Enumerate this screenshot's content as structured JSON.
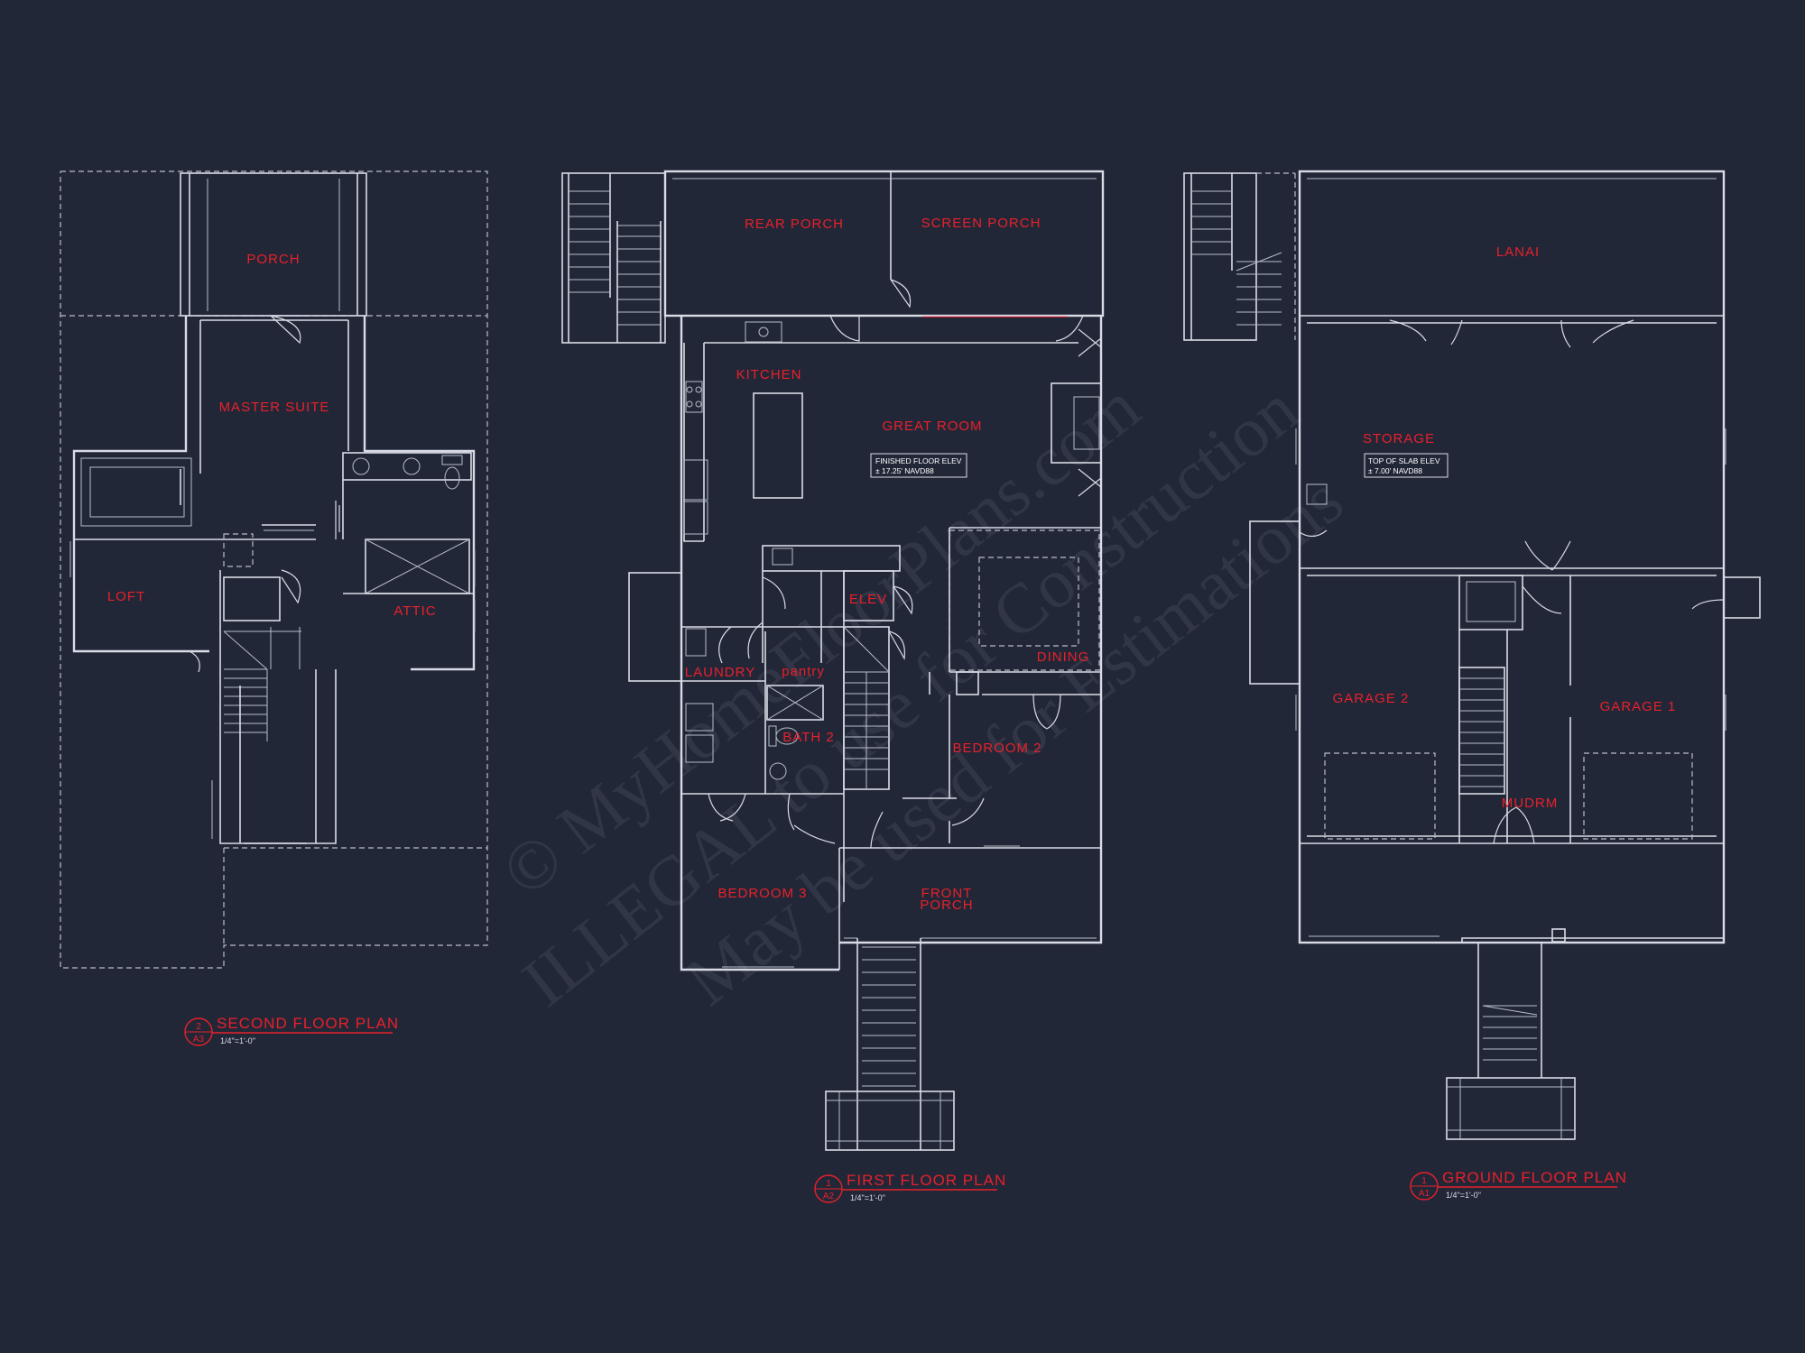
{
  "rooms": {
    "porch": "PORCH",
    "master_suite": "MASTER SUITE",
    "loft": "LOFT",
    "attic": "ATTIC",
    "rear_porch": "REAR PORCH",
    "screen_porch": "SCREEN PORCH",
    "kitchen": "KITCHEN",
    "great_room": "GREAT ROOM",
    "elev": "ELEV",
    "dining": "DINING",
    "laundry": "LAUNDRY",
    "pantry": "pantry",
    "bath_2": "BATH 2",
    "bedroom_2": "BEDROOM 2",
    "bedroom_3": "BEDROOM 3",
    "front_porch_1": "FRONT",
    "front_porch_2": "PORCH",
    "lanai": "LANAI",
    "storage": "STORAGE",
    "garage_2": "GARAGE 2",
    "garage_1": "GARAGE 1",
    "mudrm": "MUDRM"
  },
  "elevations": {
    "first_floor_label": "FINISHED FLOOR ELEV",
    "first_floor_value": "± 17.25' NAVD88",
    "ground_label": "TOP OF SLAB ELEV",
    "ground_value": "± 7.00' NAVD88"
  },
  "plan_titles": {
    "second": {
      "title": "SECOND FLOOR PLAN",
      "num": "2",
      "sheet": "A3",
      "scale": "1/4\"=1'-0\""
    },
    "first": {
      "title": "FIRST FLOOR PLAN",
      "num": "1",
      "sheet": "A2",
      "scale": "1/4\"=1'-0\""
    },
    "ground": {
      "title": "GROUND FLOOR PLAN",
      "num": "1",
      "sheet": "A1",
      "scale": "1/4\"=1'-0\""
    }
  },
  "watermark": {
    "line1": "© MyHomeFloorPlans.com",
    "line2": "ILLEGAL to use for Construction",
    "line3": "May be used for Estimations"
  },
  "colors": {
    "background": "#222738",
    "lines": "#d9dce6",
    "labels": "#e8202a"
  }
}
